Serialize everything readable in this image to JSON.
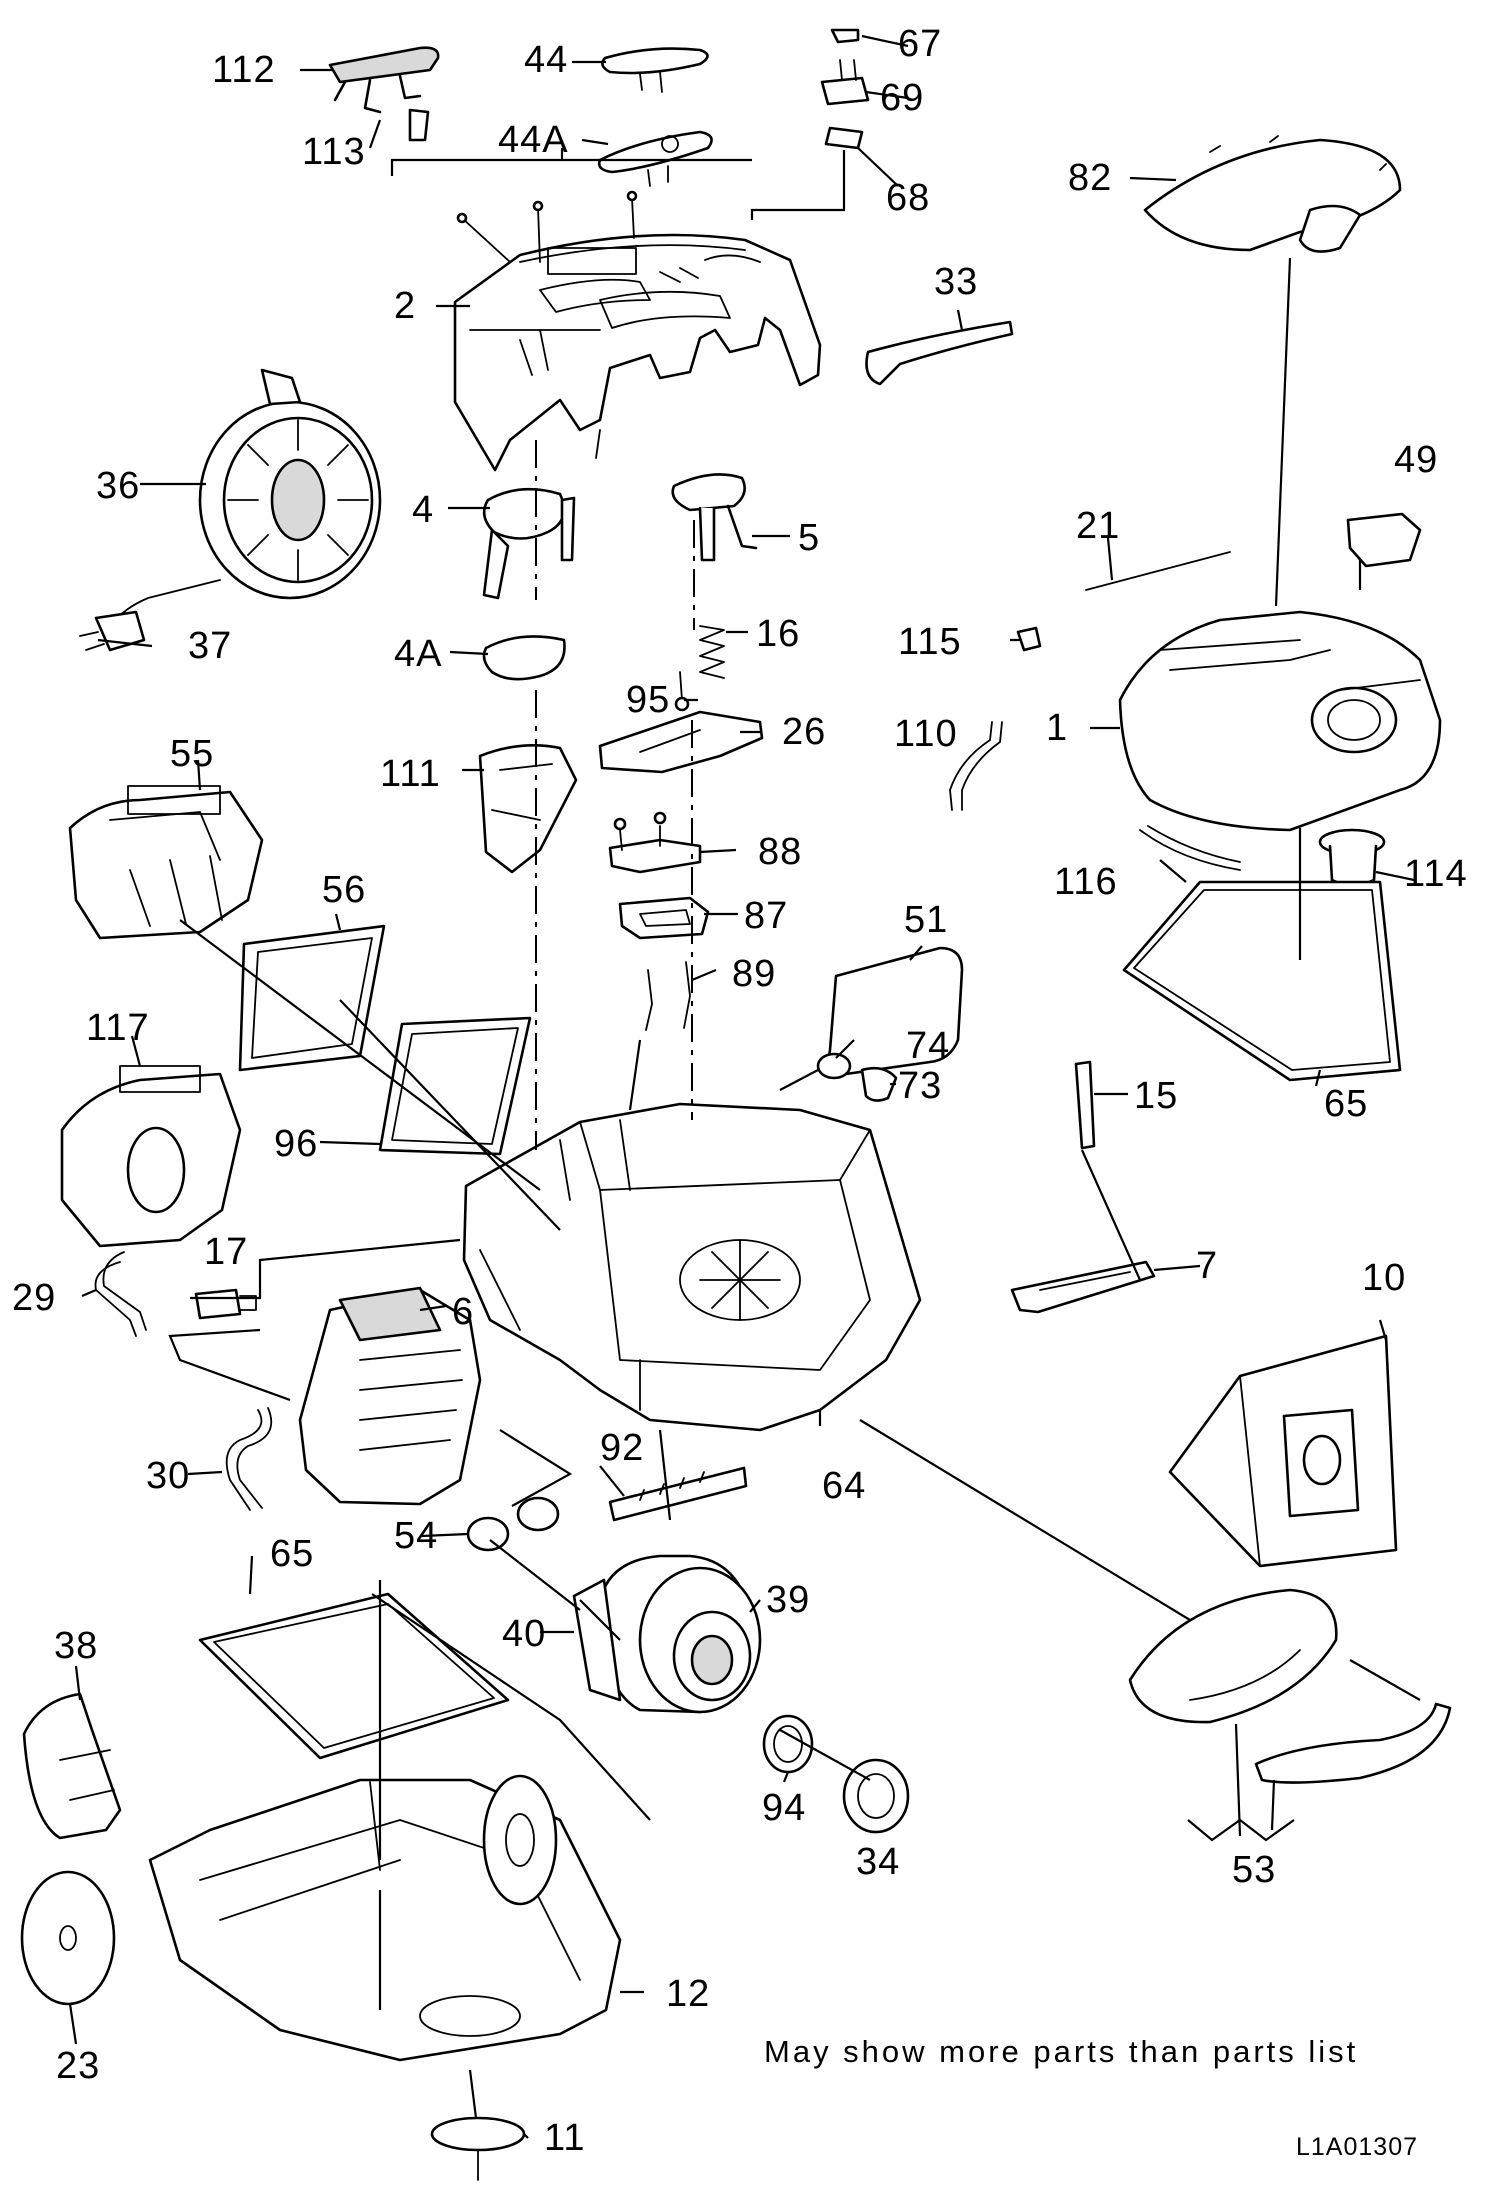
{
  "diagram": {
    "callouts": {
      "p112": "112",
      "p113": "113",
      "p44": "44",
      "p44a": "44A",
      "p67": "67",
      "p69": "69",
      "p68": "68",
      "p82": "82",
      "p2": "2",
      "p33": "33",
      "p36": "36",
      "p37": "37",
      "p4": "4",
      "p5": "5",
      "p49": "49",
      "p21": "21",
      "p4a": "4A",
      "p16": "16",
      "p115": "115",
      "p95": "95",
      "p26": "26",
      "p1": "1",
      "p110": "110",
      "p111": "111",
      "p55": "55",
      "p88": "88",
      "p116": "116",
      "p114": "114",
      "p56": "56",
      "p87": "87",
      "p51": "51",
      "p89": "89",
      "p117": "117",
      "p74": "74",
      "p73": "73",
      "p15": "15",
      "p96": "96",
      "p65a": "65",
      "p17": "17",
      "p7": "7",
      "p10": "10",
      "p29": "29",
      "p6": "6",
      "p92": "92",
      "p64": "64",
      "p30": "30",
      "p54": "54",
      "p65b": "65",
      "p39": "39",
      "p40": "40",
      "p38": "38",
      "p94": "94",
      "p34": "34",
      "p53": "53",
      "p12": "12",
      "p23": "23",
      "p11": "11"
    },
    "note": "May show more parts than parts list",
    "drawing_code": "L1A01307"
  }
}
